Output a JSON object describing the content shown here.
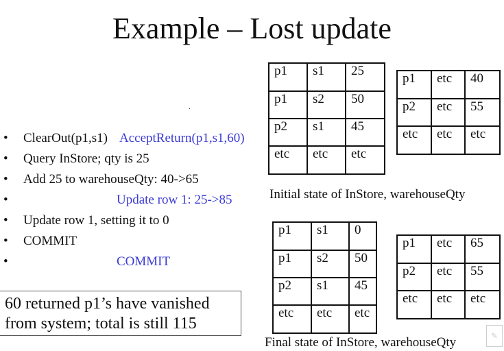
{
  "title": "Example – Lost update",
  "bullets": [
    {
      "mark": "•",
      "text": "ClearOut(p1,s1)",
      "text2": "AcceptReturn(p1,s1,60)"
    },
    {
      "mark": "•",
      "text": "Query InStore; qty is 25",
      "text2": ""
    },
    {
      "mark": "•",
      "text": "Add 25 to warehouseQty: 40->65",
      "text2": ""
    },
    {
      "mark": "•",
      "text": "",
      "text2": "Update row 1: 25->85"
    },
    {
      "mark": "•",
      "text": "Update row 1, setting it to 0",
      "text2": ""
    },
    {
      "mark": "•",
      "text": "COMMIT",
      "text2": ""
    },
    {
      "mark": "•",
      "text": "",
      "text2": "COMMIT"
    }
  ],
  "callout": {
    "line1": "60 returned p1’s have vanished",
    "line2": "from system; total is still 115"
  },
  "initial": {
    "instore": [
      [
        "p1",
        "s1",
        "25"
      ],
      [
        "p1",
        "s2",
        "50"
      ],
      [
        "p2",
        "s1",
        "45"
      ],
      [
        "etc",
        "etc",
        "etc"
      ]
    ],
    "warehouse": [
      [
        "p1",
        "etc",
        "40"
      ],
      [
        "p2",
        "etc",
        "55"
      ],
      [
        "etc",
        "etc",
        "etc"
      ]
    ],
    "caption": "Initial state of InStore, warehouseQty"
  },
  "final": {
    "instore": [
      [
        "p1",
        "s1",
        "0"
      ],
      [
        "p1",
        "s2",
        "50"
      ],
      [
        "p2",
        "s1",
        "45"
      ],
      [
        "etc",
        "etc",
        "etc"
      ]
    ],
    "warehouse": [
      [
        "p1",
        "etc",
        "65"
      ],
      [
        "p2",
        "etc",
        "55"
      ],
      [
        "etc",
        "etc",
        "etc"
      ]
    ],
    "caption": "Final state of InStore, warehouseQty"
  },
  "colors": {
    "accent_blue": "#3a3ad6"
  }
}
